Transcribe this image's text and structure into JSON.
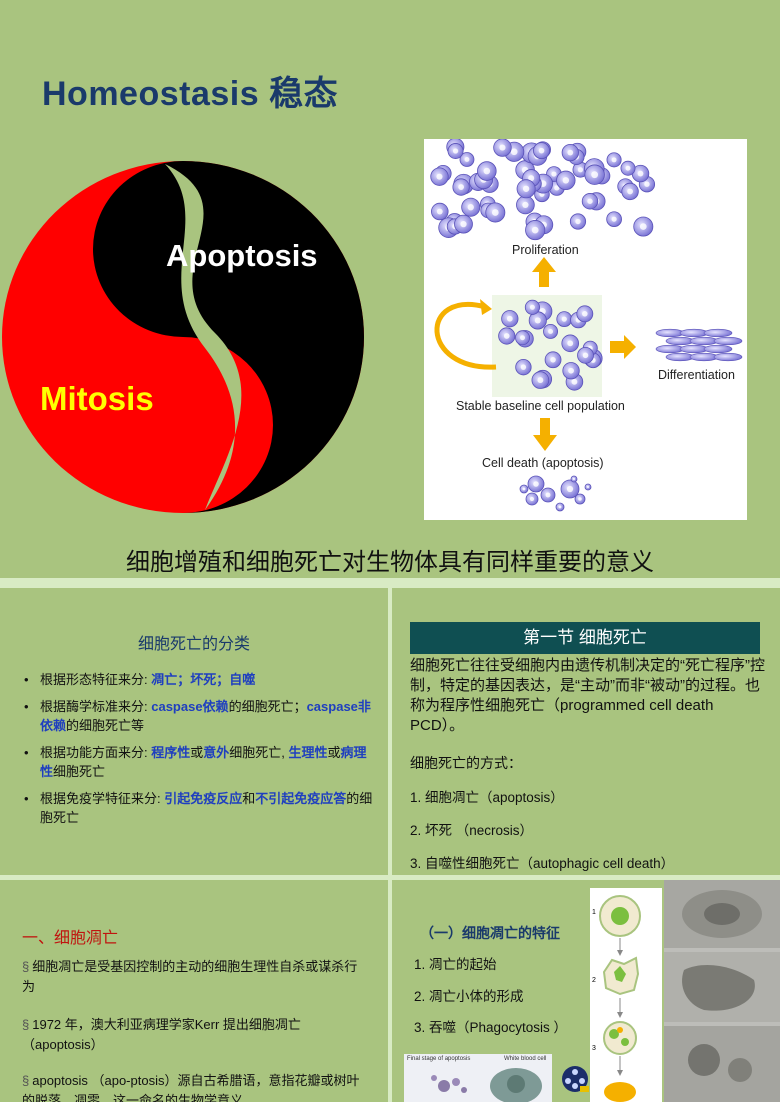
{
  "slide1": {
    "title": "Homeostasis  稳态",
    "yin_label": "Apoptosis",
    "yang_label": "Mitosis",
    "caption": "细胞增殖和细胞死亡对生物体具有同样重要的意义",
    "figure": {
      "proliferation": "Proliferation",
      "differentiation": "Differentiation",
      "baseline": "Stable baseline cell population",
      "death": "Cell death (apoptosis)"
    }
  },
  "slide2": {
    "title": "细胞死亡的分类",
    "bullet": "•",
    "items": [
      {
        "a": "根据形态特征来分: ",
        "b": "凋亡；坏死；自噬",
        "c": "",
        "d": "",
        "e": "",
        "f": "",
        "g": ""
      },
      {
        "a": "根据酶学标准来分: ",
        "b": "caspase依赖",
        "c": "的细胞死亡；",
        "d": "caspase非依赖",
        "e": "的细胞死亡等",
        "f": "",
        "g": ""
      },
      {
        "a": "根据功能方面来分: ",
        "b": "程序性",
        "c": "或",
        "d": "意外",
        "e": "细胞死亡, ",
        "f": "生理性",
        "g": "或"
      },
      {
        "a": "根据免疫学特征来分: ",
        "b": "引起免疫反应",
        "c": "和",
        "d": "不引起免疫应答",
        "e": "的细胞死亡",
        "f": "",
        "g": ""
      }
    ],
    "item3_tail_b": "病理性",
    "item3_tail_c": "细胞死亡"
  },
  "slide3": {
    "header": "第一节  细胞死亡",
    "body": "细胞死亡往往受细胞内由遗传机制决定的“死亡程序”控制，特定的基因表达，是“主动”而非“被动”的过程。也称为程序性细胞死亡（programmed cell death PCD）。",
    "modes_title": "细胞死亡的方式：",
    "modes": [
      "1. 细胞凋亡（apoptosis）",
      "2. 坏死 （necrosis）",
      "3. 自噬性细胞死亡（autophagic cell death）"
    ]
  },
  "slide4": {
    "title": "一、细胞凋亡",
    "marker": "§",
    "paras": [
      "细胞凋亡是受基因控制的主动的细胞生理性自杀或谋杀行为",
      "1972 年，澳大利亚病理学家Kerr 提出细胞凋亡（apoptosis）",
      "apoptosis （apo-ptosis）源自古希腊语，意指花瓣或树叶的脱落、凋零，这一命名的生物学意义"
    ]
  },
  "slide5": {
    "title": "（一）细胞凋亡的特征",
    "items": [
      "1.  凋亡的起始",
      "2.  凋亡小体的形成",
      "3.  吞噬（Phagocytosis ）"
    ],
    "fig_small_1": "Final stage of apoptosis",
    "fig_small_2": "White blood cell",
    "stage_nums": [
      "1",
      "2",
      "3"
    ]
  },
  "colors": {
    "panel": "#a9c47f",
    "title_blue": "#1a3a6b",
    "keyword_blue": "#1f3fbf",
    "header_teal": "#0f4f52",
    "red": "#c0140f"
  }
}
